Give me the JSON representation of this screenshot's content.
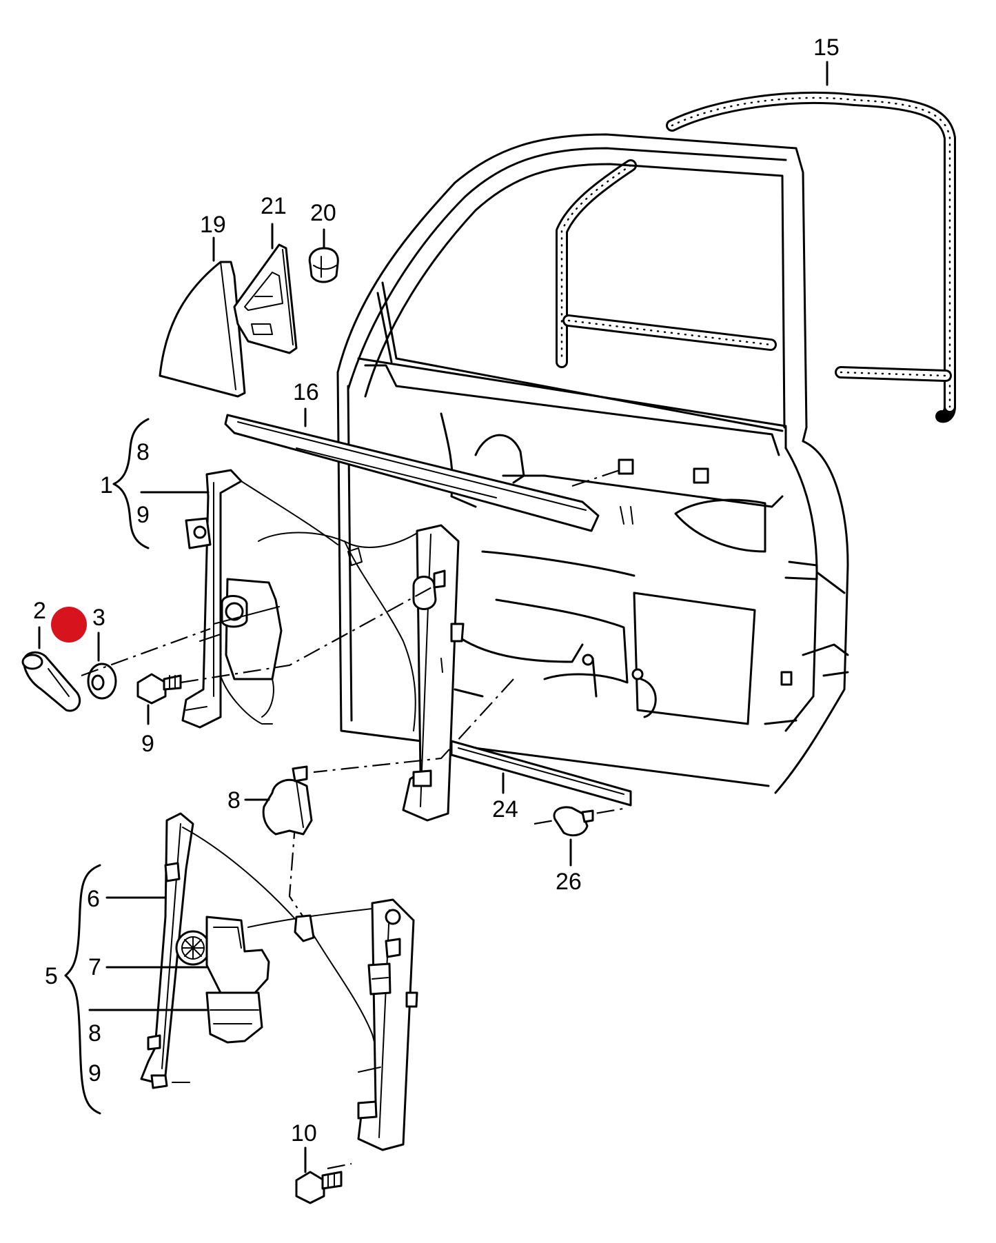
{
  "labels": {
    "l15": "15",
    "l21": "21",
    "l20": "20",
    "l19": "19",
    "l16": "16",
    "l1": "1",
    "l8a": "8",
    "l9a": "9",
    "l2": "2",
    "l3": "3",
    "l9b": "9",
    "l8b": "8",
    "l24": "24",
    "l26": "26",
    "l6": "6",
    "l7": "7",
    "l5": "5",
    "l8c": "8",
    "l9c": "9",
    "l10": "10"
  },
  "colors": {
    "line": "#000000",
    "background": "#ffffff",
    "marker": "#d7141e"
  }
}
